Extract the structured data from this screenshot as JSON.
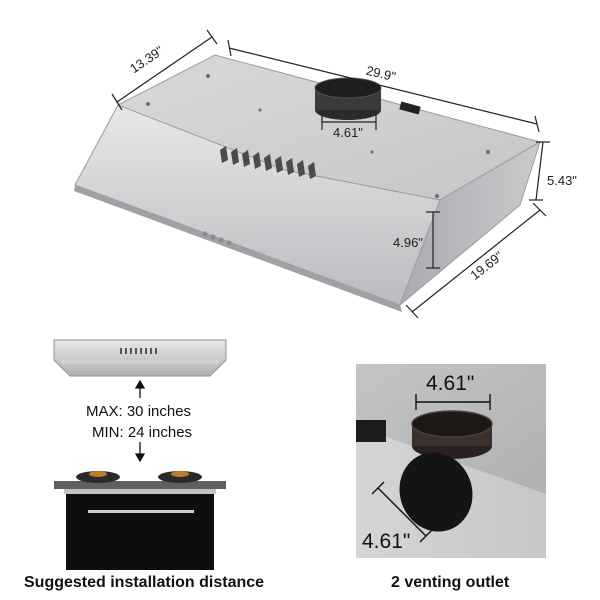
{
  "dimensions": {
    "depth_top": "13.39\"",
    "width": "29.9\"",
    "duct_diameter": "4.61\"",
    "front_height": "5.43\"",
    "side_depth": "19.69\"",
    "front_panel_height": "4.96\""
  },
  "installation": {
    "max_line": "MAX: 30 inches",
    "min_line": "MIN: 24 inches",
    "caption": "Suggested installation distance"
  },
  "venting": {
    "top_outlet": "4.61\"",
    "rear_outlet": "4.61\"",
    "caption": "2 venting outlet"
  }
}
